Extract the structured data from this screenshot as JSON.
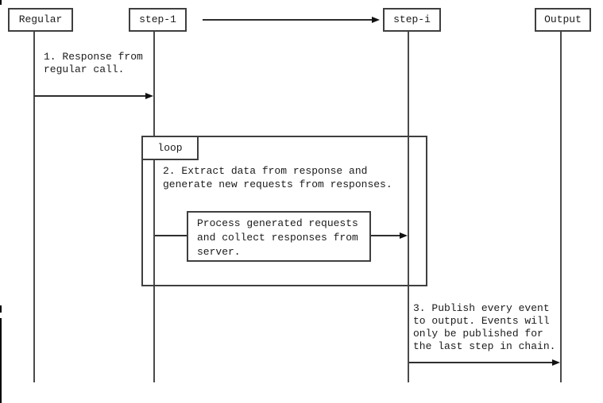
{
  "diagram": {
    "participants": [
      {
        "label": "Regular"
      },
      {
        "label": "step-1"
      },
      {
        "label": "step-i"
      },
      {
        "label": "Output"
      }
    ],
    "loop": {
      "label": "loop"
    },
    "messages": {
      "msg1": "1. Response from\nregular call.",
      "msg2": "2. Extract data from response and\ngenerate new requests from responses.",
      "msg3": "3. Publish every event\nto output. Events will\nonly be published for\nthe last step in chain."
    },
    "activity": {
      "text": "Process generated requests\nand collect responses from\nserver."
    },
    "colors": {
      "line": "#4a4a4a",
      "border": "#3f3f3f",
      "arrow": "#111111",
      "text": "#1b1b1b",
      "background": "#ffffff"
    }
  }
}
